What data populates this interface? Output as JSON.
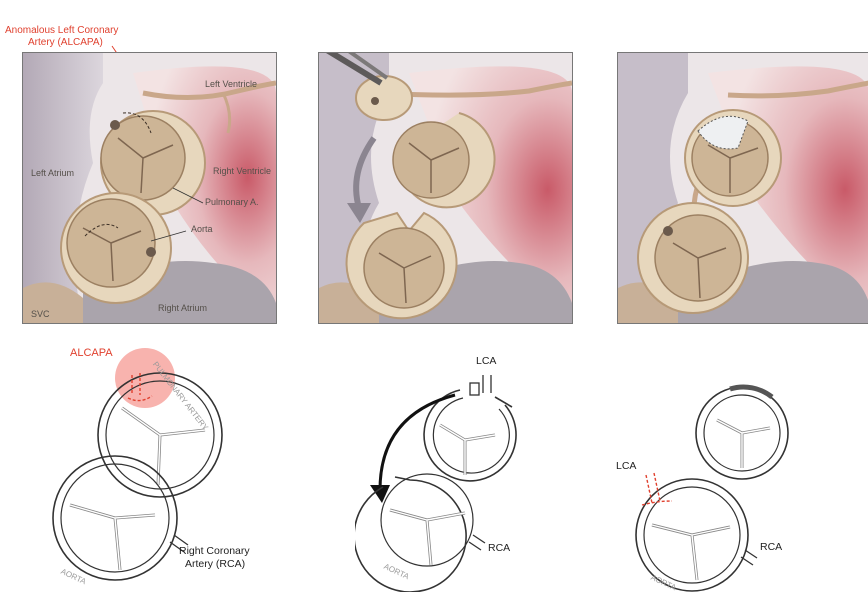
{
  "top_callout": {
    "line1": "Anomalous Left Coronary",
    "line2": "Artery (ALCAPA)"
  },
  "panel1_labels": {
    "left_ventricle": "Left Ventricle",
    "left_atrium": "Left Atrium",
    "right_ventricle": "Right Ventricle",
    "pulmonary": "Pulmonary A.",
    "aorta": "Aorta",
    "right_atrium": "Right Atrium",
    "svc": "SVC"
  },
  "schematic1": {
    "alcapa": "ALCAPA",
    "pulmonary_artery": "PULMONARY ARTERY",
    "rca_line1": "Right Coronary",
    "rca_line2": "Artery (RCA)",
    "aorta": "AORTA"
  },
  "schematic2": {
    "lca": "LCA",
    "rca": "RCA",
    "aorta": "AORTA"
  },
  "schematic3": {
    "lca": "LCA",
    "rca": "RCA",
    "aorta": "AORTA"
  },
  "colors": {
    "alcapa_red": "#e0412f",
    "highlight": "#f59a93"
  }
}
